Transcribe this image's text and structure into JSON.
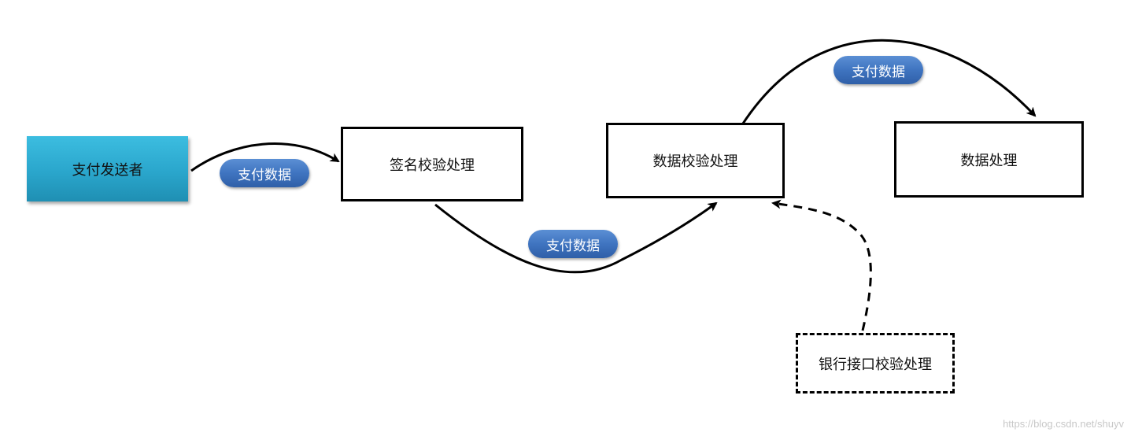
{
  "nodes": {
    "sender": "支付发送者",
    "signature_verify": "签名校验处理",
    "data_verify": "数据校验处理",
    "data_process": "数据处理",
    "bank_interface_verify": "银行接口校验处理"
  },
  "flow_labels": {
    "sender_to_signature": "支付数据",
    "signature_to_data_verify": "支付数据",
    "data_verify_to_process": "支付数据"
  },
  "watermark": "https://blog.csdn.net/shuyv",
  "colors": {
    "sender_fill": "#2aa6cc",
    "pill_fill": "#3f74c0",
    "stroke": "#000000"
  }
}
